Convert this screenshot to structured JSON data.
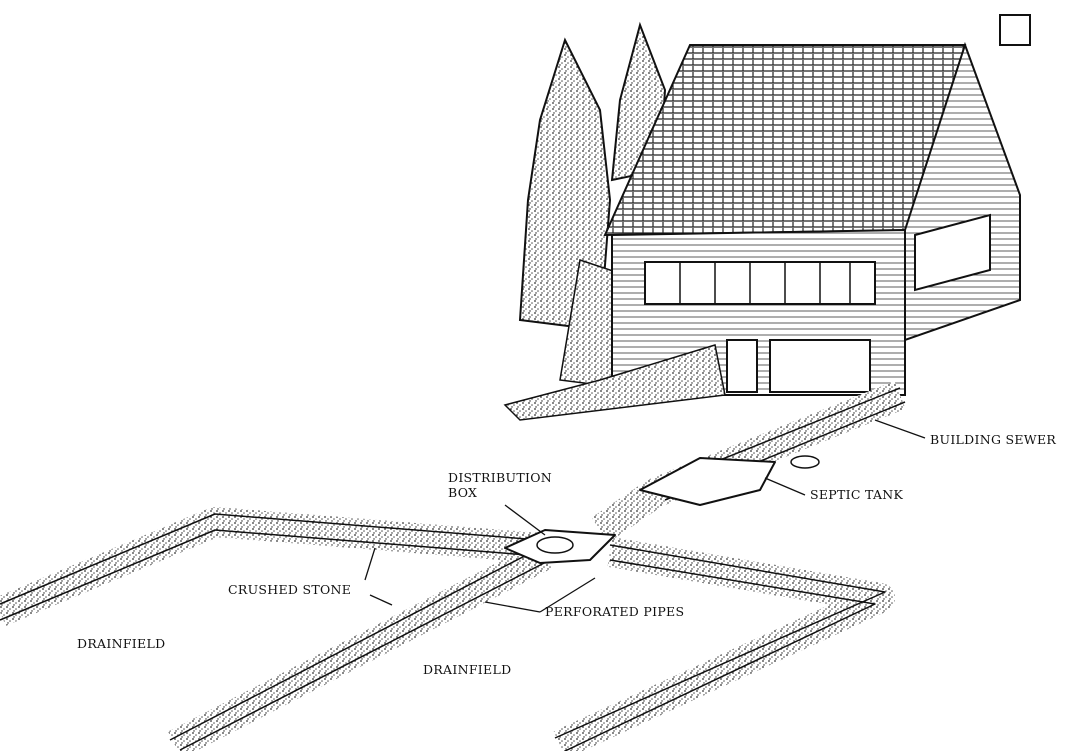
{
  "labels": {
    "building_sewer": "BUILDING SEWER",
    "septic_tank": "SEPTIC TANK",
    "distribution_box_line1": "DISTRIBUTION",
    "distribution_box_line2": "BOX",
    "crushed_stone": "CRUSHED STONE",
    "perforated_pipes": "PERFORATED PIPES",
    "drainfield_left": "DRAINFIELD",
    "drainfield_center": "DRAINFIELD"
  },
  "colors": {
    "ink": "#111111",
    "stone": "#9a9a9a",
    "paper": "#ffffff"
  }
}
